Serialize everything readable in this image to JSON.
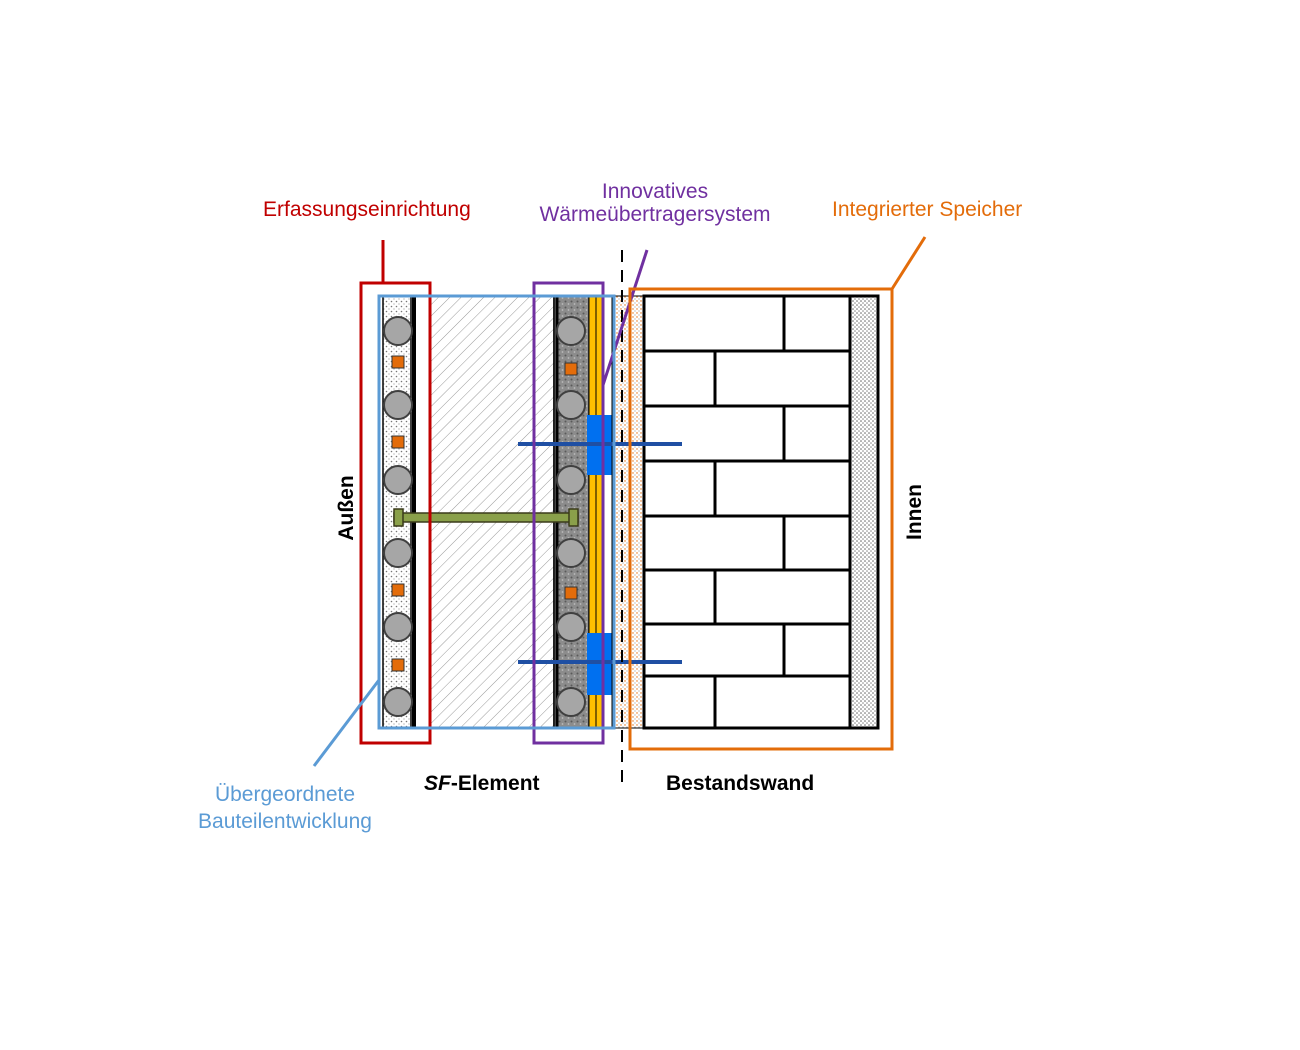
{
  "labels": {
    "erfassung": "Erfassungseinrichtung",
    "innovatives_line1": "Innovatives",
    "innovatives_line2": "Wärmeübertragersystem",
    "speicher": "Integrierter Speicher",
    "aussen": "Außen",
    "innen": "Innen",
    "uebergeordnete_line1": "Übergeordnete",
    "uebergeordnete_line2": "Bauteilentwicklung",
    "sf_prefix": "SF",
    "sf_suffix": "-Element",
    "bestandswand": "Bestandswand"
  },
  "colors": {
    "red": "#c00000",
    "purple": "#7030a0",
    "orange": "#e36c0a",
    "lightblue": "#5b9bd5",
    "yellow": "#ffc000",
    "blue": "#0070f0",
    "pipe": "#999999",
    "sensor": "#e36c0a",
    "anchor": "#8aa04a"
  }
}
